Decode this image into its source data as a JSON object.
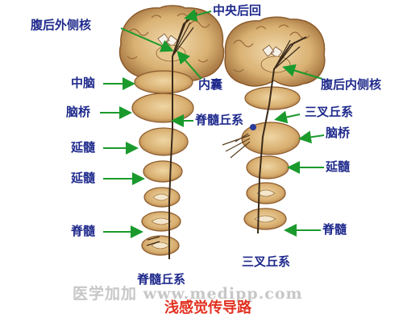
{
  "labels": {
    "ventral_posterolateral_nucleus": "腹后外侧核",
    "postcentral_gyrus": "中央后回",
    "midbrain": "中脑",
    "internal_capsule": "内囊",
    "ventral_posteromedial_nucleus": "腹后内侧核",
    "pons_left": "脑桥",
    "spinothalamic_tract_top": "脊髓丘系",
    "trigeminal_lemniscus_top": "三叉丘系",
    "pons_right": "脑桥",
    "medulla_1": "延髓",
    "medulla_2": "延髓",
    "medulla_right": "延髓",
    "spinal_cord_left": "脊髓",
    "spinal_cord_right": "脊髓",
    "trigeminal_lemniscus_bottom": "三叉丘系",
    "spinothalamic_tract_bottom": "脊髓丘系"
  },
  "title": "浅感觉传导路",
  "watermark": "医学加加 www.medipp.com",
  "colors": {
    "label_text": "#1f2a8c",
    "title_text": "#e2301f",
    "arrow": "#1a9a2c",
    "tissue": "#d9b47a",
    "tissue_dark": "#9c6a3a",
    "tract": "#3a2a1a",
    "watermark": "#c7c7c7"
  }
}
